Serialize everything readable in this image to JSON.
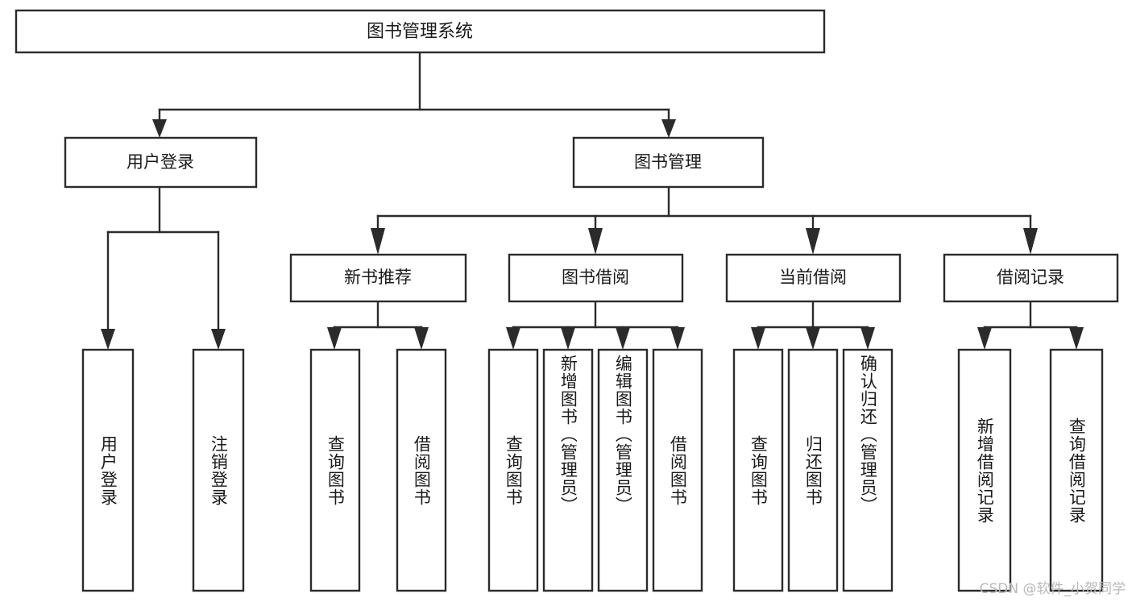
{
  "diagram": {
    "title": "图书管理系统",
    "type": "tree-hierarchy-diagram",
    "colors": {
      "box_stroke": "#2b2b2b",
      "box_fill": "#ffffff",
      "text": "#1a1a1a",
      "background": "#ffffff",
      "watermark": "#b9b9b9"
    },
    "root": {
      "label": "图书管理系统"
    },
    "level2": [
      {
        "label": "用户登录"
      },
      {
        "label": "图书管理"
      }
    ],
    "level3": [
      {
        "label": "新书推荐"
      },
      {
        "label": "图书借阅"
      },
      {
        "label": "当前借阅"
      },
      {
        "label": "借阅记录"
      }
    ],
    "leaves": {
      "user_login": [
        {
          "label": "用户登录"
        },
        {
          "label": "注销登录"
        }
      ],
      "new_book_recommend": [
        {
          "label": "查询图书"
        },
        {
          "label": "借阅图书"
        }
      ],
      "book_borrow": [
        {
          "label": "查询图书"
        },
        {
          "label": "新增图书（管理员）"
        },
        {
          "label": "编辑图书（管理员）"
        },
        {
          "label": "借阅图书"
        }
      ],
      "current_borrow": [
        {
          "label": "查询图书"
        },
        {
          "label": "归还图书"
        },
        {
          "label": "确认归还（管理员）"
        }
      ],
      "borrow_record": [
        {
          "label": "新增借阅记录"
        },
        {
          "label": "查询借阅记录"
        }
      ]
    },
    "watermark": "CSDN @软件_小贺同学"
  }
}
